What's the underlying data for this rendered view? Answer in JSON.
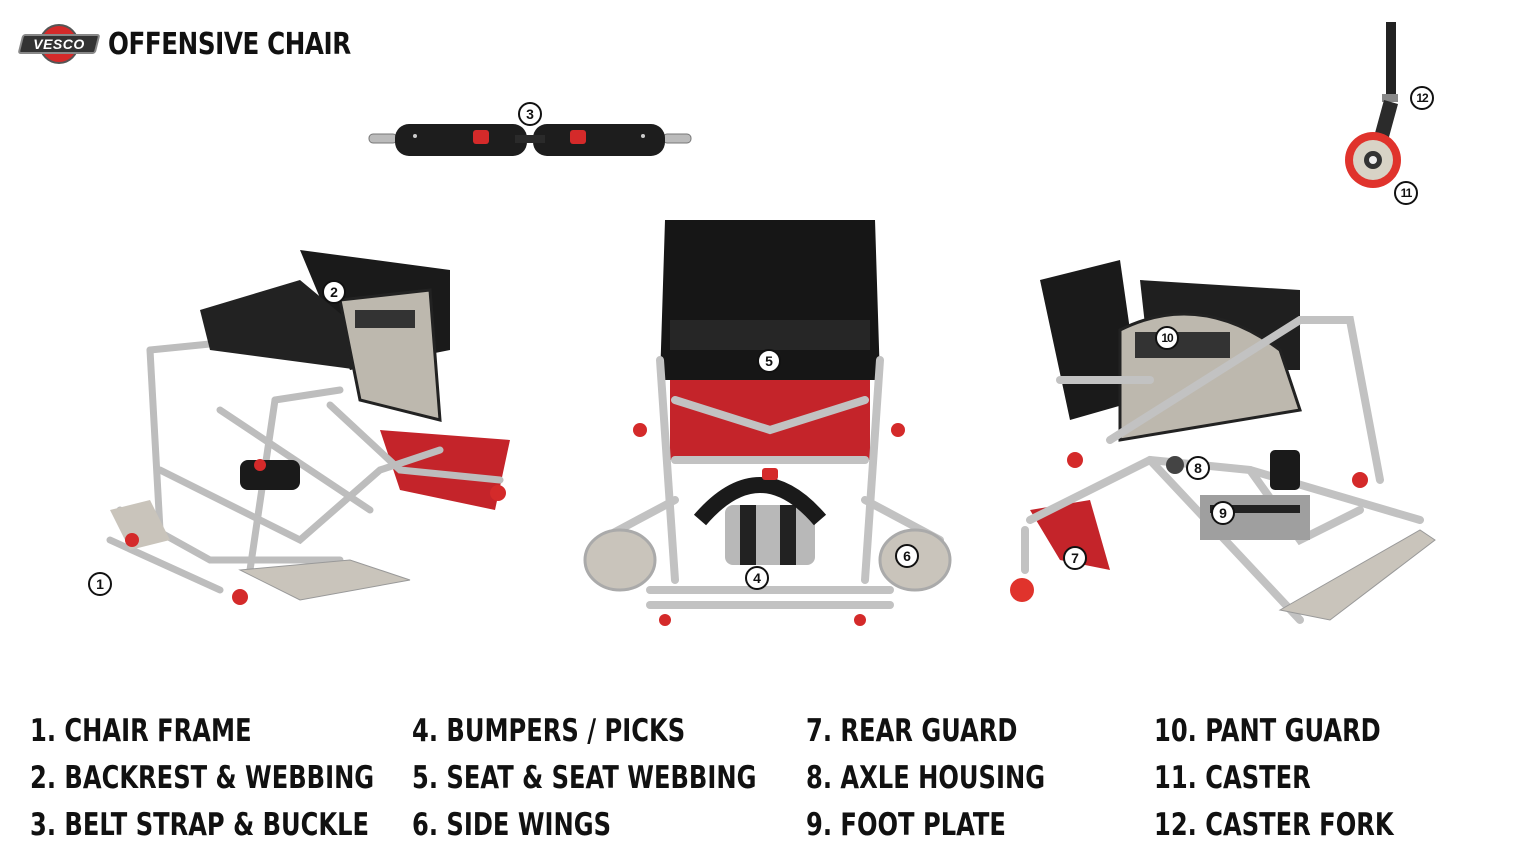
{
  "header": {
    "logo_text": "VESCO",
    "title": "OFFENSIVE CHAIR"
  },
  "colors": {
    "brand_red": "#d42a2a",
    "frame_silver": "#c9c9c9",
    "seat_black": "#1a1a1a",
    "text": "#111111"
  },
  "views": [
    {
      "name": "belt-strap-view",
      "callouts": [
        "3"
      ]
    },
    {
      "name": "caster-view",
      "callouts": [
        "12",
        "11"
      ]
    },
    {
      "name": "side-view-left",
      "callouts": [
        "2",
        "1"
      ]
    },
    {
      "name": "front-view",
      "callouts": [
        "5",
        "4",
        "6"
      ]
    },
    {
      "name": "side-view-right",
      "callouts": [
        "10",
        "8",
        "9",
        "7"
      ]
    }
  ],
  "callouts": {
    "c1": "1",
    "c2": "2",
    "c3": "3",
    "c4": "4",
    "c5": "5",
    "c6": "6",
    "c7": "7",
    "c8": "8",
    "c9": "9",
    "c10": "10",
    "c11": "11",
    "c12": "12"
  },
  "parts": [
    {
      "num": "1",
      "label": "1. CHAIR FRAME"
    },
    {
      "num": "2",
      "label": "2. BACKREST & WEBBING"
    },
    {
      "num": "3",
      "label": "3. BELT STRAP & BUCKLE"
    },
    {
      "num": "4",
      "label": "4. BUMPERS / PICKS"
    },
    {
      "num": "5",
      "label": "5. SEAT & SEAT WEBBING"
    },
    {
      "num": "6",
      "label": "6. SIDE WINGS"
    },
    {
      "num": "7",
      "label": "7. REAR GUARD"
    },
    {
      "num": "8",
      "label": "8. AXLE HOUSING"
    },
    {
      "num": "9",
      "label": "9. FOOT PLATE"
    },
    {
      "num": "10",
      "label": "10. PANT GUARD"
    },
    {
      "num": "11",
      "label": "11. CASTER"
    },
    {
      "num": "12",
      "label": "12. CASTER FORK"
    }
  ]
}
